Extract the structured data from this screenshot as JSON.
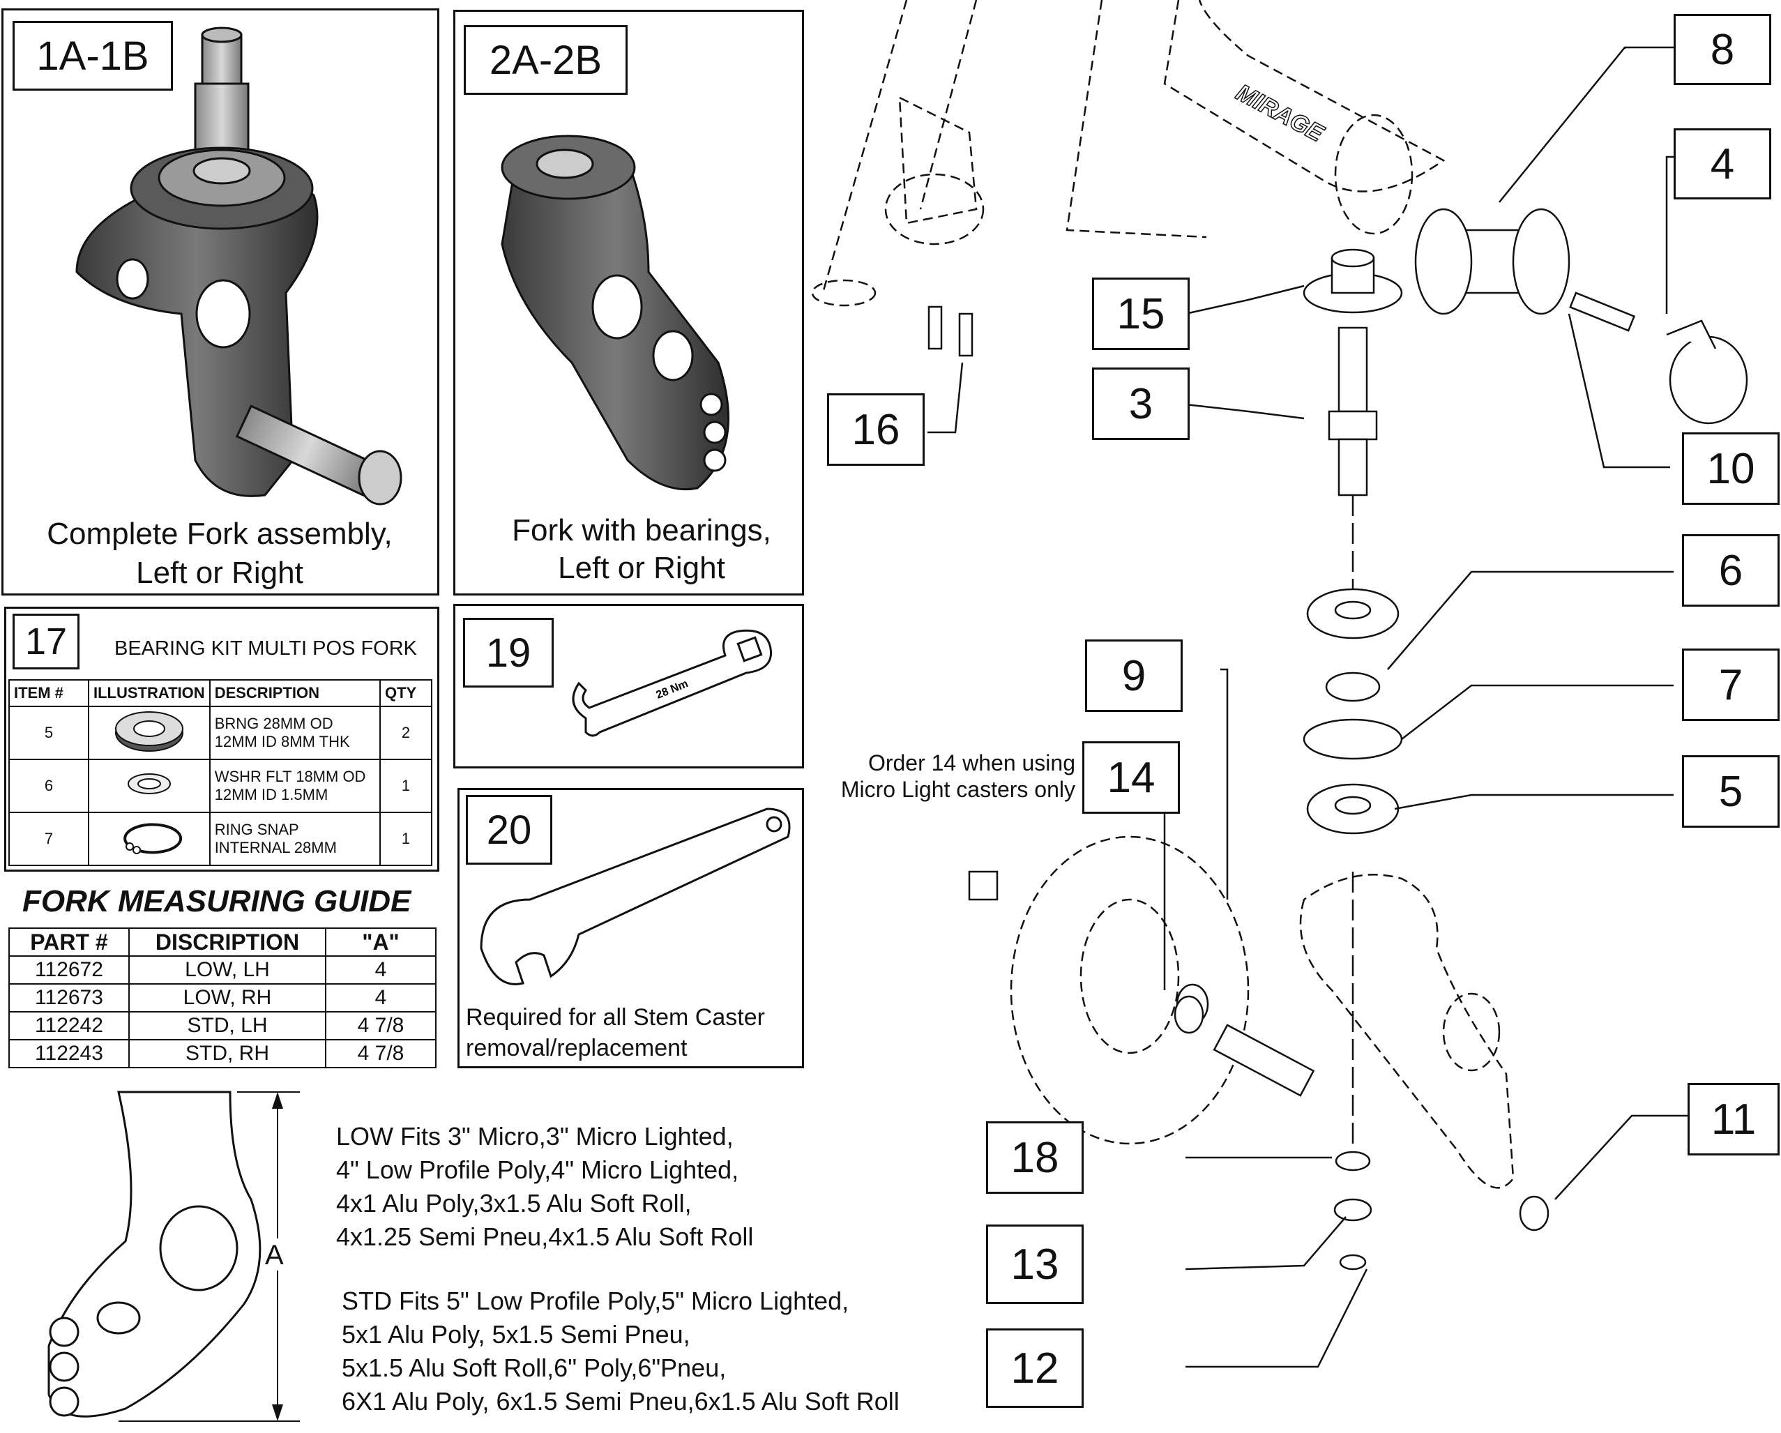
{
  "panels": {
    "p1": {
      "tag": "1A-1B",
      "caption_line1": "Complete Fork assembly,",
      "caption_line2": "Left or Right"
    },
    "p2": {
      "tag": "2A-2B",
      "caption_line1": "Fork with bearings,",
      "caption_line2": "Left or Right"
    },
    "p17": {
      "tag": "17",
      "title": "BEARING KIT MULTI POS FORK"
    },
    "p19": {
      "tag": "19",
      "wrench_text": "28 Nm"
    },
    "p20": {
      "tag": "20",
      "caption_line1": "Required for all Stem Caster",
      "caption_line2": "removal/replacement"
    }
  },
  "kit_table": {
    "headers": [
      "ITEM #",
      "ILLUSTRATION",
      "DESCRIPTION",
      "QTY"
    ],
    "rows": [
      {
        "item": "5",
        "desc1": "BRNG 28MM OD",
        "desc2": "12MM ID 8MM THK",
        "qty": "2"
      },
      {
        "item": "6",
        "desc1": "WSHR FLT 18MM OD",
        "desc2": "12MM ID 1.5MM",
        "qty": "1"
      },
      {
        "item": "7",
        "desc1": "RING SNAP",
        "desc2": "INTERNAL 28MM",
        "qty": "1"
      }
    ]
  },
  "guide": {
    "title": "FORK MEASURING GUIDE",
    "headers": [
      "PART #",
      "DISCRIPTION",
      "\"A\""
    ],
    "rows": [
      {
        "part": "112672",
        "desc": "LOW, LH",
        "a": "4"
      },
      {
        "part": "112673",
        "desc": "LOW, RH",
        "a": "4"
      },
      {
        "part": "112242",
        "desc": "STD, LH",
        "a": "4 7/8"
      },
      {
        "part": "112243",
        "desc": "STD, RH",
        "a": "4 7/8"
      }
    ],
    "dim_label": "A",
    "low_lines": [
      "LOW Fits 3\" Micro,3\" Micro Lighted,",
      "4\" Low Profile Poly,4\" Micro Lighted,",
      "4x1 Alu Poly,3x1.5 Alu Soft Roll,",
      "4x1.25 Semi Pneu,4x1.5 Alu Soft Roll"
    ],
    "std_lines": [
      "STD Fits 5\" Low Profile Poly,5\" Micro Lighted,",
      "5x1 Alu Poly, 5x1.5 Semi Pneu,",
      "5x1.5 Alu Soft Roll,6\" Poly,6\"Pneu,",
      "6X1 Alu Poly, 6x1.5 Semi Pneu,6x1.5 Alu Soft Roll"
    ]
  },
  "callouts": {
    "c8": "8",
    "c4": "4",
    "c15": "15",
    "c3": "3",
    "c16": "16",
    "c10": "10",
    "c6": "6",
    "c9": "9",
    "c7": "7",
    "c14": "14",
    "c5": "5",
    "c11": "11",
    "c18": "18",
    "c13": "13",
    "c12": "12"
  },
  "note14_line1": "Order 14 when using",
  "note14_line2": "Micro Light casters only",
  "frame_logo": "MIRAGE"
}
